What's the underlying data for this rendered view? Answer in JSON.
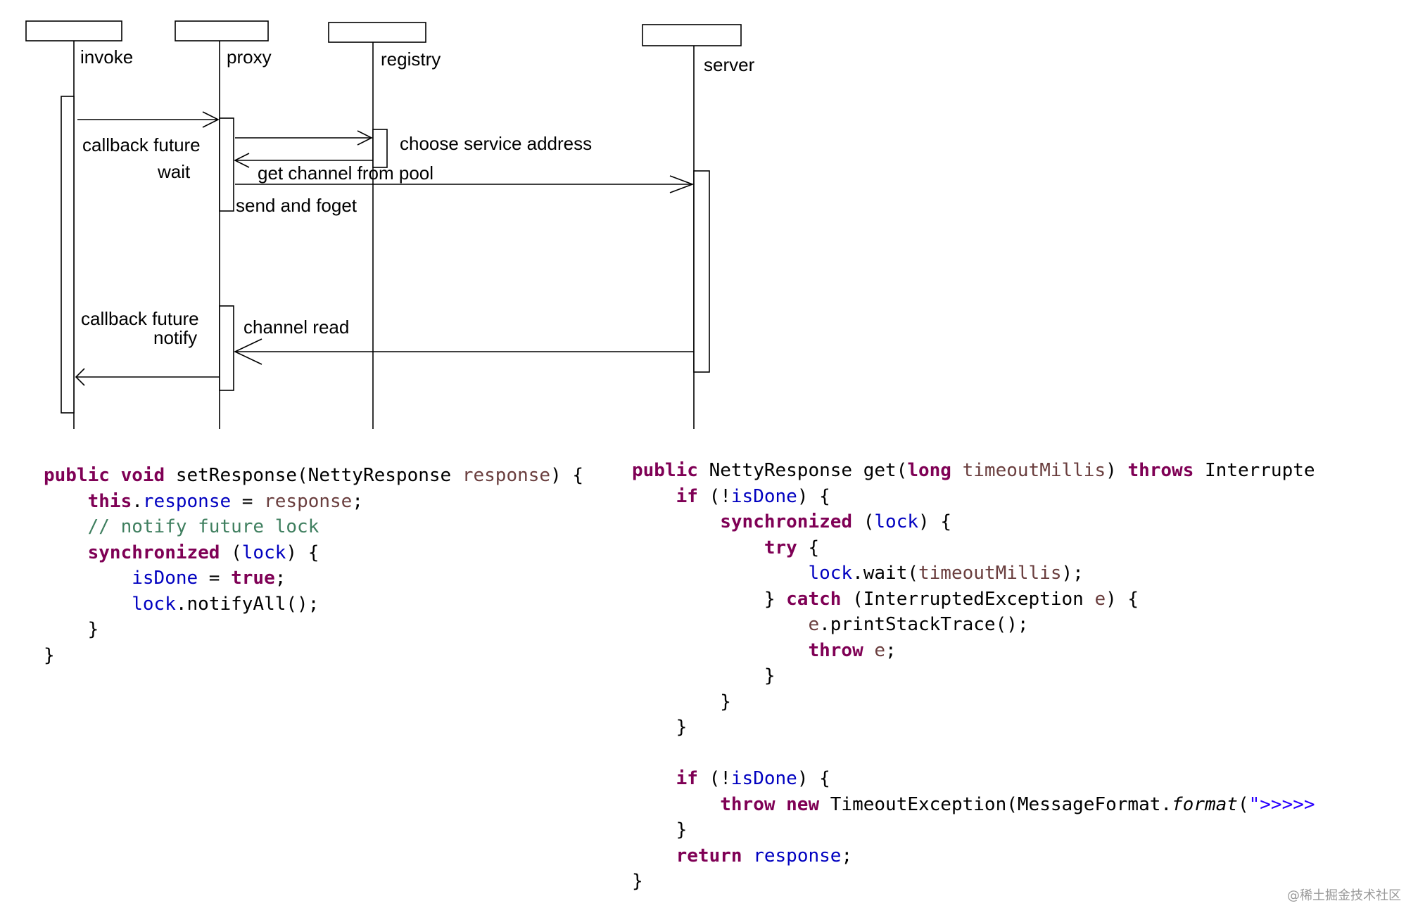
{
  "sequence_diagram": {
    "participants": [
      {
        "id": "invoke",
        "label": "invoke"
      },
      {
        "id": "proxy",
        "label": "proxy"
      },
      {
        "id": "registry",
        "label": "registry"
      },
      {
        "id": "server",
        "label": "server"
      }
    ],
    "messages": {
      "callback_future_wait_line1": "callback future",
      "callback_future_wait_line2": "wait",
      "choose_service_address": "choose service address",
      "get_channel_from_pool": "get channel from pool",
      "send_and_forget": "send and foget",
      "callback_future_notify_line1": "callback future",
      "callback_future_notify_line2": "notify",
      "channel_read": "channel read"
    }
  },
  "code_left": {
    "lines": [
      [
        {
          "t": "public void ",
          "c": "kw"
        },
        {
          "t": "setResponse(NettyResponse "
        },
        {
          "t": "response",
          "c": "par"
        },
        {
          "t": ") {"
        }
      ],
      [
        {
          "t": "    "
        },
        {
          "t": "this",
          "c": "kw"
        },
        {
          "t": "."
        },
        {
          "t": "response",
          "c": "fld"
        },
        {
          "t": " = "
        },
        {
          "t": "response",
          "c": "par"
        },
        {
          "t": ";"
        }
      ],
      [
        {
          "t": "    "
        },
        {
          "t": "// notify future lock",
          "c": "cmt"
        }
      ],
      [
        {
          "t": "    "
        },
        {
          "t": "synchronized",
          "c": "kw"
        },
        {
          "t": " ("
        },
        {
          "t": "lock",
          "c": "fld"
        },
        {
          "t": ") {"
        }
      ],
      [
        {
          "t": "        "
        },
        {
          "t": "isDone",
          "c": "fld"
        },
        {
          "t": " = "
        },
        {
          "t": "true",
          "c": "kw"
        },
        {
          "t": ";"
        }
      ],
      [
        {
          "t": "        "
        },
        {
          "t": "lock",
          "c": "fld"
        },
        {
          "t": ".notifyAll();"
        }
      ],
      [
        {
          "t": "    }"
        }
      ],
      [
        {
          "t": "}"
        }
      ]
    ]
  },
  "code_right": {
    "lines": [
      [
        {
          "t": "public",
          "c": "kw"
        },
        {
          "t": " NettyResponse get("
        },
        {
          "t": "long",
          "c": "kw"
        },
        {
          "t": " "
        },
        {
          "t": "timeoutMillis",
          "c": "par"
        },
        {
          "t": ") "
        },
        {
          "t": "throws",
          "c": "kw"
        },
        {
          "t": " Interrupte"
        }
      ],
      [
        {
          "t": "    "
        },
        {
          "t": "if",
          "c": "kw"
        },
        {
          "t": " (!"
        },
        {
          "t": "isDone",
          "c": "fld"
        },
        {
          "t": ") {"
        }
      ],
      [
        {
          "t": "        "
        },
        {
          "t": "synchronized",
          "c": "kw"
        },
        {
          "t": " ("
        },
        {
          "t": "lock",
          "c": "fld"
        },
        {
          "t": ") {"
        }
      ],
      [
        {
          "t": "            "
        },
        {
          "t": "try",
          "c": "kw"
        },
        {
          "t": " {"
        }
      ],
      [
        {
          "t": "                "
        },
        {
          "t": "lock",
          "c": "fld"
        },
        {
          "t": ".wait("
        },
        {
          "t": "timeoutMillis",
          "c": "par"
        },
        {
          "t": ");"
        }
      ],
      [
        {
          "t": "            } "
        },
        {
          "t": "catch",
          "c": "kw"
        },
        {
          "t": " (InterruptedException "
        },
        {
          "t": "e",
          "c": "par"
        },
        {
          "t": ") {"
        }
      ],
      [
        {
          "t": "                "
        },
        {
          "t": "e",
          "c": "par"
        },
        {
          "t": ".printStackTrace();"
        }
      ],
      [
        {
          "t": "                "
        },
        {
          "t": "throw",
          "c": "kw"
        },
        {
          "t": " "
        },
        {
          "t": "e",
          "c": "par"
        },
        {
          "t": ";"
        }
      ],
      [
        {
          "t": "            }"
        }
      ],
      [
        {
          "t": "        }"
        }
      ],
      [
        {
          "t": "    }"
        }
      ],
      [
        {
          "t": ""
        }
      ],
      [
        {
          "t": "    "
        },
        {
          "t": "if",
          "c": "kw"
        },
        {
          "t": " (!"
        },
        {
          "t": "isDone",
          "c": "fld"
        },
        {
          "t": ") {"
        }
      ],
      [
        {
          "t": "        "
        },
        {
          "t": "throw new",
          "c": "kw"
        },
        {
          "t": " TimeoutException(MessageFormat."
        },
        {
          "t": "format",
          "c": "it"
        },
        {
          "t": "("
        },
        {
          "t": "\">>>>>",
          "c": "str"
        }
      ],
      [
        {
          "t": "    }"
        }
      ],
      [
        {
          "t": "    "
        },
        {
          "t": "return",
          "c": "kw"
        },
        {
          "t": " "
        },
        {
          "t": "response",
          "c": "fld"
        },
        {
          "t": ";"
        }
      ],
      [
        {
          "t": "}"
        }
      ]
    ]
  },
  "watermark": "@稀土掘金技术社区"
}
